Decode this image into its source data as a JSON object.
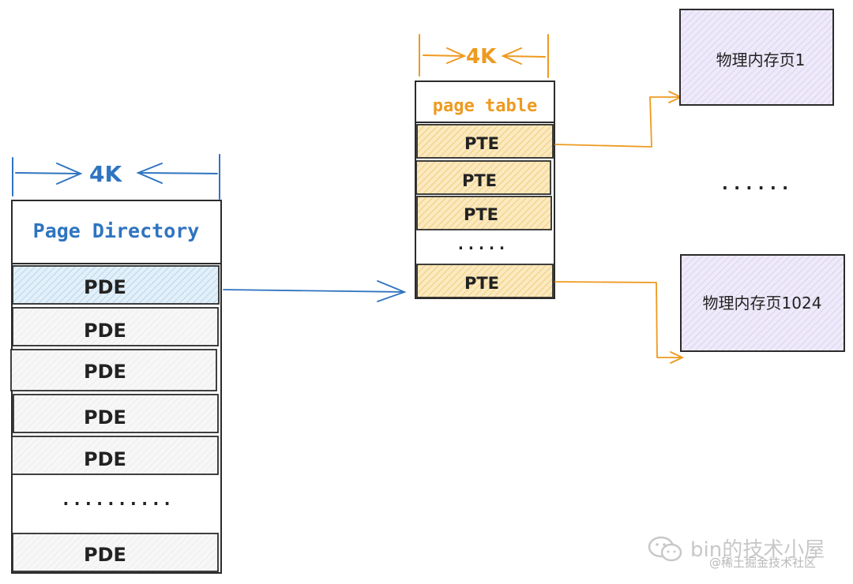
{
  "page_directory": {
    "title": "Page Directory",
    "size_label": "4K",
    "rows": [
      "PDE",
      "PDE",
      "PDE",
      "PDE",
      "PDE",
      "..........",
      "PDE"
    ],
    "highlighted_row": 0
  },
  "page_table": {
    "title": "page table",
    "size_label": "4K",
    "rows": [
      "PTE",
      "PTE",
      "PTE",
      ".....",
      "PTE"
    ]
  },
  "physical_pages": {
    "first": "物理内存页1",
    "ellipsis": "......",
    "last": "物理内存页1024"
  },
  "watermark": {
    "main": "bin的技术小屋",
    "sub": "@稀土掘金技术社区"
  },
  "colors": {
    "blue": "#2f74c0",
    "orange": "#ee9a1f",
    "pde_highlight": "#d9ebf7",
    "pte_fill": "#f7dc9c",
    "phys_fill": "#e7e0f5",
    "row_fill": "#f5f5f5",
    "border": "#2b2b2b"
  }
}
